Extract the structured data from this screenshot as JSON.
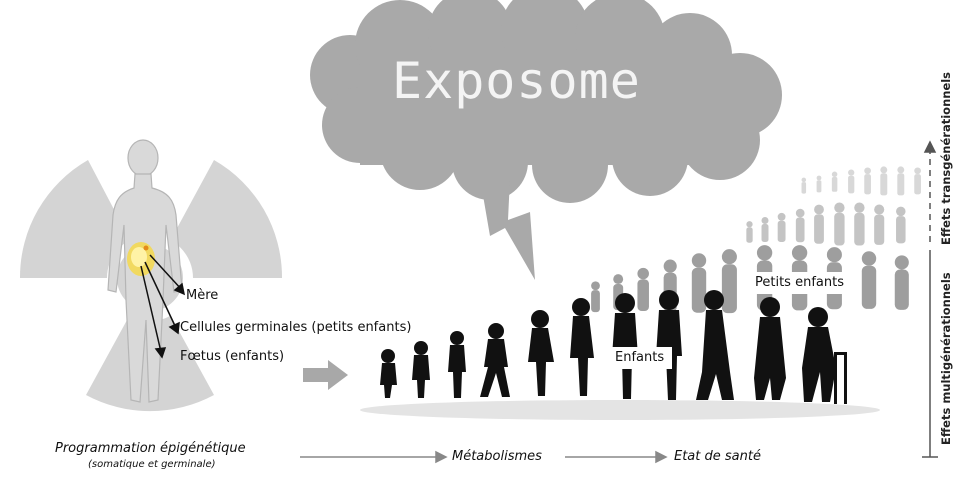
{
  "cloud": {
    "title": "Exposome"
  },
  "labels": {
    "mere": "Mère",
    "cellules": "Cellules germinales (petits enfants)",
    "foetus": "Fœtus (enfants)",
    "enfants": "Enfants",
    "petits_enfants": "Petits enfants"
  },
  "bottom": {
    "programmation": "Programmation épigénétique",
    "programmation_sub": "(somatique et germinale)",
    "metabolismes": "Métabolismes",
    "etat_sante": "Etat de santé"
  },
  "side": {
    "transgen": "Effets transgénérationnels",
    "multigen": "Effets multigénérationnels"
  },
  "colors": {
    "symbol_gray": "#d4d4d4",
    "cloud_gray": "#a9a9a9",
    "silhouette_dark": "#111111",
    "silhouette_mid": "#8c8c8c",
    "silhouette_light": "#c8c8c8",
    "fetus_yellow": "#f5d84a"
  }
}
